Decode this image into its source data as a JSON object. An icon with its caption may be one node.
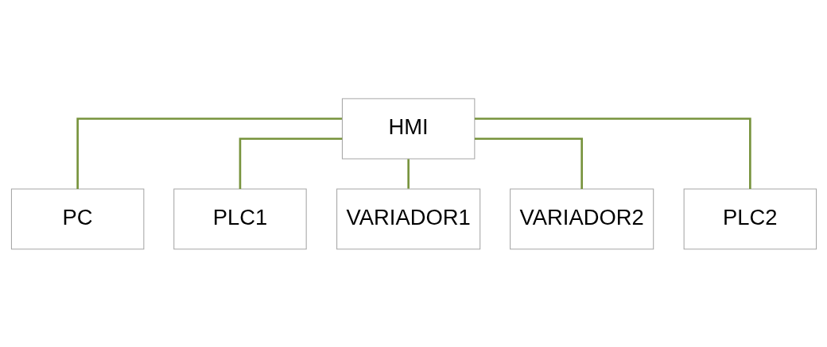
{
  "diagram": {
    "nodes": [
      {
        "text": [
          "HMI"
        ]
      },
      {
        "text": [
          "PC"
        ]
      },
      {
        "text": [
          "PLC1"
        ]
      },
      {
        "text": [
          "VARIADOR1"
        ]
      },
      {
        "text": [
          "VARIADOR2"
        ]
      },
      {
        "text": [
          "PLC2"
        ]
      }
    ],
    "edges": [
      {
        "from": 0,
        "to": 1,
        "arrow": "none",
        "color": "#77933c"
      },
      {
        "from": 0,
        "to": 2,
        "arrow": "none",
        "color": "#77933c"
      },
      {
        "from": 0,
        "to": 3,
        "arrow": "none",
        "color": "#77933c"
      },
      {
        "from": 0,
        "to": 4,
        "arrow": "none",
        "color": "#77933c"
      },
      {
        "from": 0,
        "to": 5,
        "arrow": "none",
        "color": "#77933c"
      }
    ]
  }
}
